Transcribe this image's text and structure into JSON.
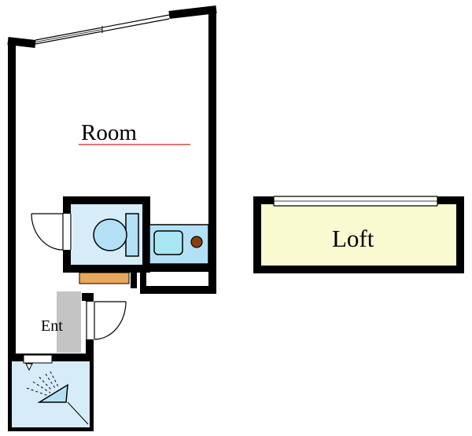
{
  "plan": {
    "room_label": "Room",
    "entrance_label": "Ent",
    "loft_label": "Loft"
  },
  "colors": {
    "wall": "#000000",
    "wet_area_fill": "#d6ecf8",
    "fixture_fill": "#b4e0f6",
    "loft_fill": "#fafad0",
    "shelf_fill": "#e8a85a",
    "entrance_fill": "#c4c4c4",
    "stove_burner": "#8b3d12",
    "room_underline": "#cc2222"
  }
}
